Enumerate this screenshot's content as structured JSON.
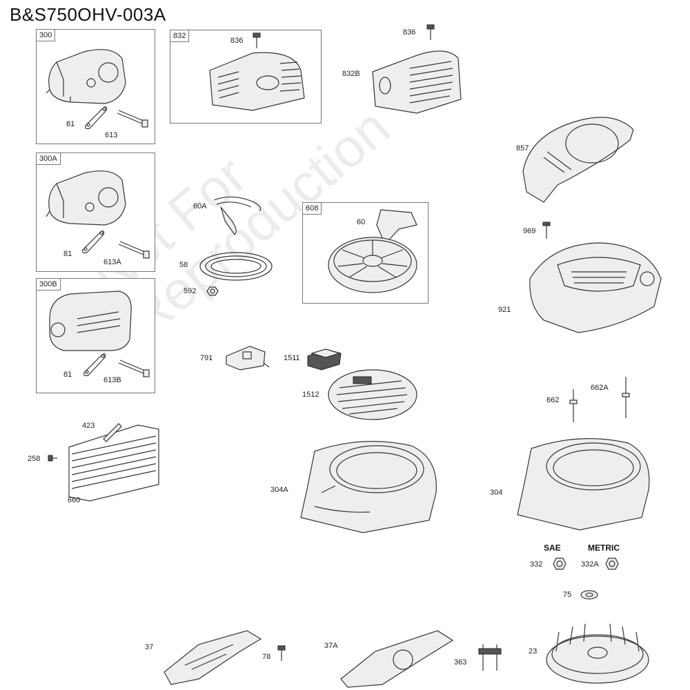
{
  "title": "B&S750OHV-003A",
  "watermark": [
    "Not For",
    "Reproduction"
  ],
  "boxes": {
    "b300": "300",
    "b832": "832",
    "b300A": "300A",
    "b300B": "300B",
    "b608": "608"
  },
  "labels": {
    "l81a": "81",
    "l613": "613",
    "l836a": "836",
    "l836b": "836",
    "l832B": "832B",
    "l857": "857",
    "l81b": "81",
    "l613A": "613A",
    "l60A": "60A",
    "l58": "58",
    "l592": "592",
    "l60": "60",
    "l969": "969",
    "l921": "921",
    "l81c": "81",
    "l613B": "613B",
    "l791": "791",
    "l1511": "1511",
    "l1512": "1512",
    "l423": "423",
    "l258": "258",
    "l660": "660",
    "l662": "662",
    "l662A": "662A",
    "l304A": "304A",
    "l304": "304",
    "l332": "332",
    "l332A": "332A",
    "l75": "75",
    "l37": "37",
    "l78": "78",
    "l37A": "37A",
    "l363": "363",
    "l23": "23"
  },
  "headers": {
    "sae": "SAE",
    "metric": "METRIC"
  }
}
